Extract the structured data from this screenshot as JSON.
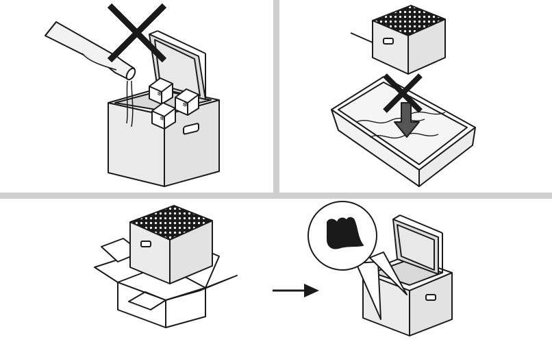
{
  "figure": {
    "background": "#ffffff",
    "divider_color": "#cfcfcf",
    "line_color": "#1a1a1a",
    "box_fill": "#ebebeb",
    "lid_fill": "#dcdcdc",
    "panels": [
      {
        "id": "no-water-ice",
        "marker": "prohibited-x"
      },
      {
        "id": "no-immersion",
        "marker": "prohibited-x"
      },
      {
        "id": "packed-in-carton",
        "marker": "none"
      },
      {
        "id": "open-lid-check-damage",
        "marker": "none"
      }
    ],
    "arrow_icon": "arrow-right-icon",
    "callout_icon": "hand-icon"
  }
}
